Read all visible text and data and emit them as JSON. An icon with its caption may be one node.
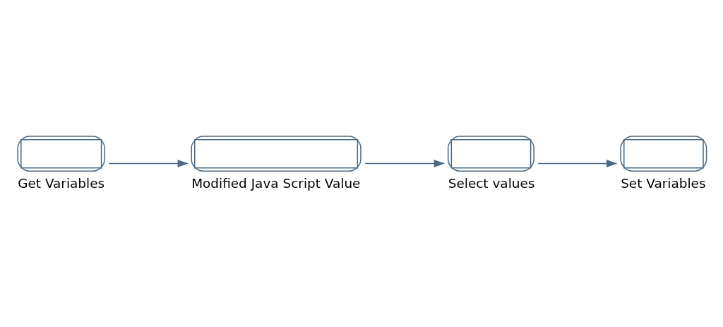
{
  "diagram": {
    "nodes": [
      {
        "text": [
          "Get Variables"
        ]
      },
      {
        "text": [
          "Modified Java Script Value"
        ]
      },
      {
        "text": [
          "Select values"
        ]
      },
      {
        "text": [
          "Set Variables"
        ]
      }
    ],
    "edges": [
      {
        "from": 0,
        "to": 1,
        "arrow": "to"
      },
      {
        "from": 1,
        "to": 2,
        "arrow": "to"
      },
      {
        "from": 2,
        "to": 3,
        "arrow": "to"
      }
    ]
  }
}
